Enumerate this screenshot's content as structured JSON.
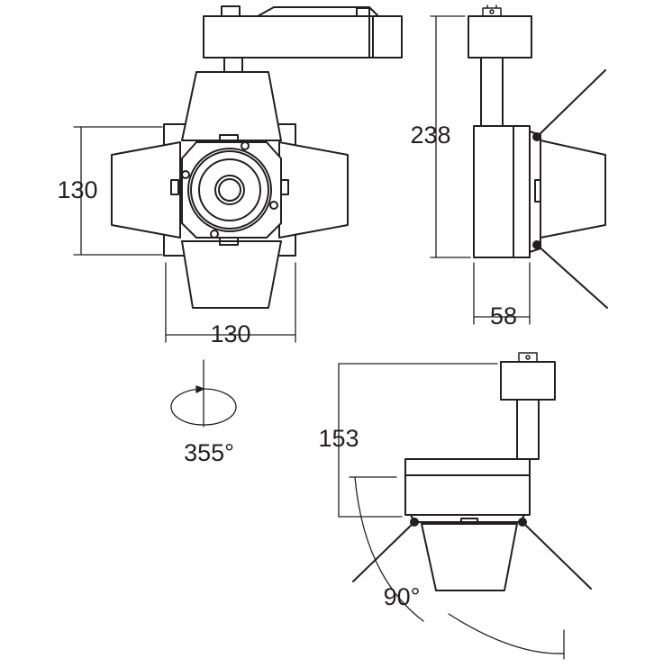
{
  "colors": {
    "line": "#231f20",
    "background": "#ffffff"
  },
  "front_view": {
    "height_label": "130",
    "width_label": "130"
  },
  "rotation": {
    "label": "355°"
  },
  "side_view": {
    "height_label": "238",
    "depth_label": "58"
  },
  "tilt_view": {
    "height_label": "153",
    "tilt_label": "90°"
  }
}
